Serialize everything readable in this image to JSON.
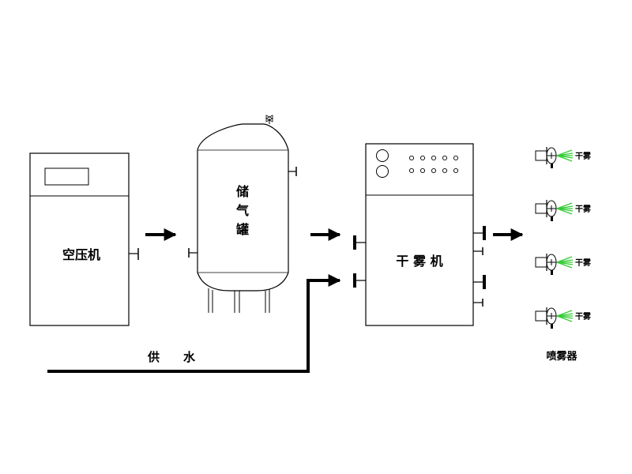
{
  "labels": {
    "compressor": "空压机",
    "tank": [
      "储",
      "气",
      "罐"
    ],
    "dry_fog_machine": "干 雾 机",
    "water_supply": "供　　水",
    "sprayer": "喷雾器",
    "nozzle": "干雾"
  },
  "colors": {
    "line": "#000000",
    "spray": "#33cc33",
    "background": "#ffffff"
  },
  "panel": {
    "indicator_rows": 2,
    "indicators_per_row": 5,
    "dials": 2
  },
  "nozzle_count": 4
}
